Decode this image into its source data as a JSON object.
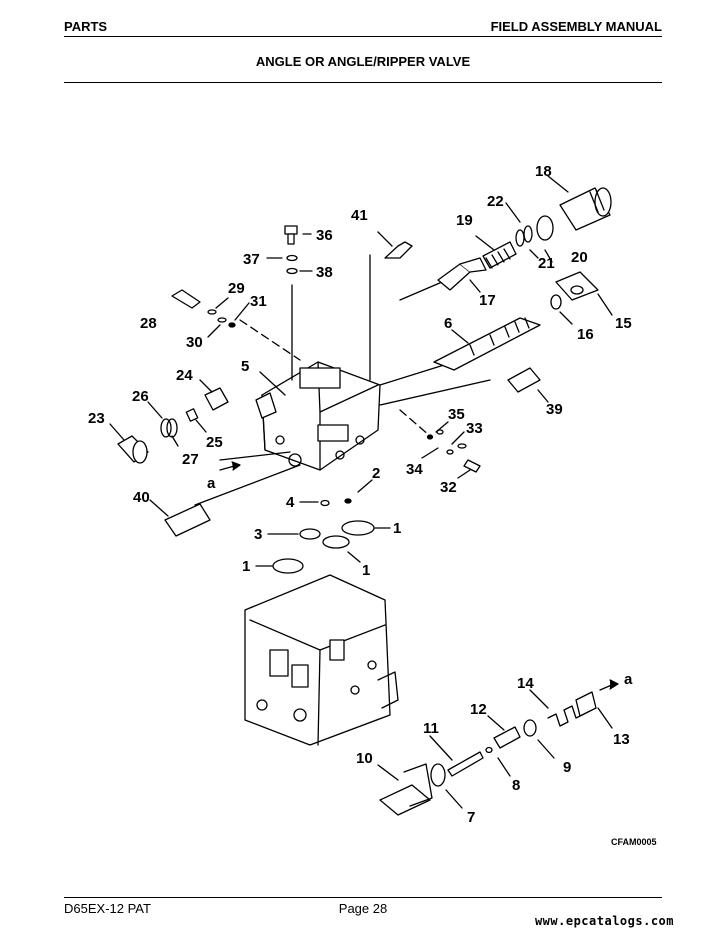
{
  "header": {
    "left": "PARTS",
    "right": "FIELD ASSEMBLY MANUAL"
  },
  "title": "ANGLE OR ANGLE/RIPPER VALVE",
  "diagram": {
    "callouts": [
      "1",
      "1",
      "1",
      "2",
      "3",
      "4",
      "5",
      "6",
      "7",
      "8",
      "9",
      "10",
      "11",
      "12",
      "13",
      "14",
      "15",
      "16",
      "17",
      "18",
      "19",
      "20",
      "21",
      "22",
      "23",
      "24",
      "25",
      "26",
      "27",
      "28",
      "29",
      "30",
      "31",
      "32",
      "33",
      "34",
      "35",
      "36",
      "37",
      "38",
      "39",
      "40",
      "41",
      "a",
      "a"
    ],
    "figure_code": "CFAM0005"
  },
  "footer": {
    "left": "D65EX-12 PAT",
    "center": "Page 28",
    "watermark": "www.epcatalogs.com"
  }
}
